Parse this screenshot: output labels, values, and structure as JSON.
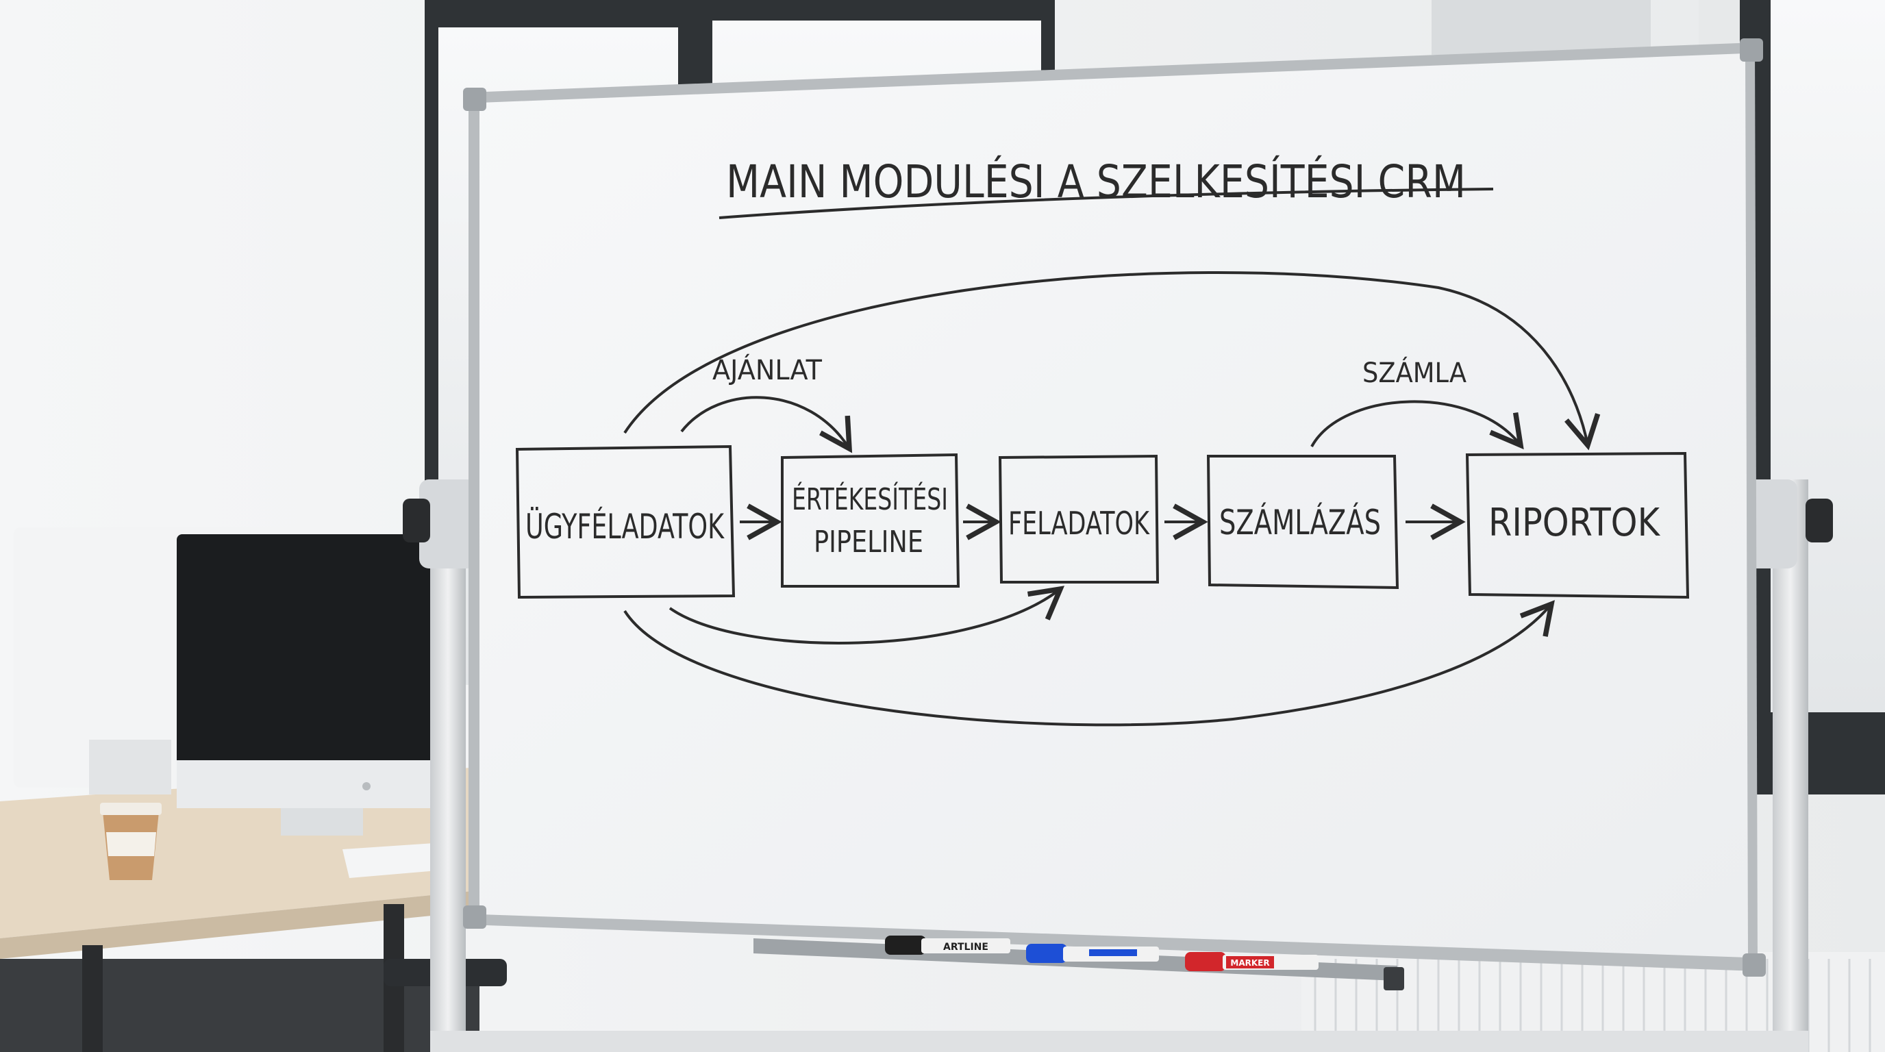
{
  "board": {
    "title": "MAIN MODULÉSI A SZELKESÍTÉSI CRM",
    "modules": [
      {
        "id": "ugyfeladatok",
        "line1": "ÜGYFÉLADATOK",
        "line2": ""
      },
      {
        "id": "ertekesitesi-pipeline",
        "line1": "ÉRTÉKESÍTÉSI",
        "line2": "PIPELINE"
      },
      {
        "id": "feladatok",
        "line1": "FELADATOK",
        "line2": ""
      },
      {
        "id": "szamlazas",
        "line1": "SZÁMLÁZÁS",
        "line2": ""
      },
      {
        "id": "riportok",
        "line1": "RIPORTOK",
        "line2": ""
      }
    ],
    "annotations": {
      "ajanlat": "AJÁNLAT",
      "szamla": "SZÁMLA"
    },
    "markers": [
      {
        "label": "ARTLINE",
        "color": "#1f1f1f"
      },
      {
        "label": "",
        "color": "#1d4fd6"
      },
      {
        "label": "MARKER",
        "color": "#d2262b"
      }
    ]
  },
  "colors": {
    "ink": "#2b2b2b",
    "board": "#f4f6f7",
    "frame": "#b8bcbf",
    "wall": "#f2f3f4",
    "window_frame": "#2f3336",
    "desk": "#e6d8c3"
  }
}
